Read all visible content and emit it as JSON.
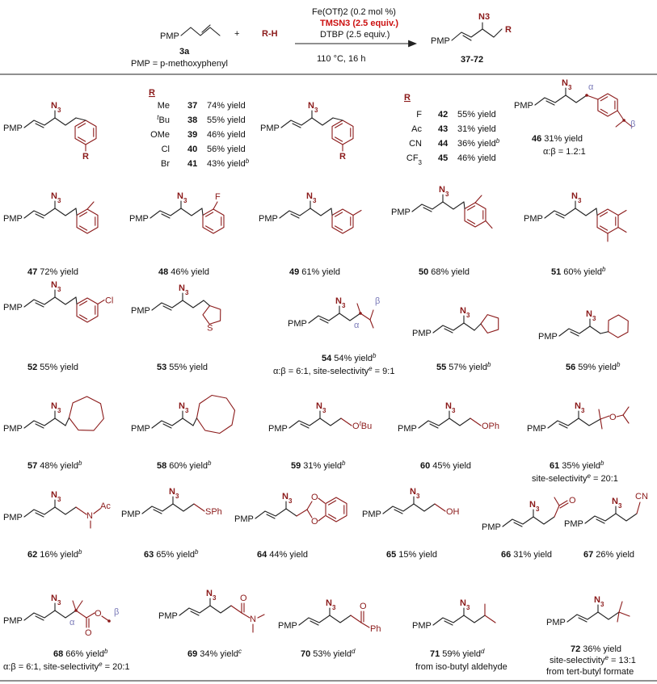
{
  "reaction": {
    "substrate": "PMP",
    "substrate_number": "3a",
    "pmp_definition": "PMP = p-methoxyphenyl",
    "plus": "+",
    "reagent": "R-H",
    "condition_1": "Fe(OTf)2 (0.2 mol %)",
    "condition_2": "TMSN3 (2.5 equiv.)",
    "condition_3": "DTBP (2.5 equiv.)",
    "condition_4": "110 °C, 16 h",
    "product_range": "37-72",
    "product_n3": "N3",
    "product_r": "R"
  },
  "labels": {
    "pmp": "PMP",
    "n3": "N3",
    "alpha": "α",
    "beta": "β",
    "r": "R"
  },
  "table_a": {
    "header": "R",
    "rows": [
      {
        "r": "Me",
        "num": "37",
        "yield": "74% yield"
      },
      {
        "r": "tBu",
        "num": "38",
        "yield": "55% yield"
      },
      {
        "r": "OMe",
        "num": "39",
        "yield": "46% yield"
      },
      {
        "r": "Cl",
        "num": "40",
        "yield": "56% yield"
      },
      {
        "r": "Br",
        "num": "41",
        "yield": "43% yield",
        "note": "b"
      }
    ]
  },
  "table_b": {
    "header": "R",
    "rows": [
      {
        "r": "F",
        "num": "42",
        "yield": "55% yield"
      },
      {
        "r": "Ac",
        "num": "43",
        "yield": "31% yield"
      },
      {
        "r": "CN",
        "num": "44",
        "yield": "36% yield",
        "note": "b"
      },
      {
        "r": "CF3",
        "num": "45",
        "yield": "46% yield"
      }
    ]
  },
  "compounds": [
    {
      "num": "46",
      "yield": "31% yield",
      "extra": "α:β = 1.2:1"
    },
    {
      "num": "47",
      "yield": "72% yield"
    },
    {
      "num": "48",
      "yield": "46% yield",
      "sub": "F"
    },
    {
      "num": "49",
      "yield": "61% yield"
    },
    {
      "num": "50",
      "yield": "68% yield"
    },
    {
      "num": "51",
      "yield": "60% yield",
      "note": "b"
    },
    {
      "num": "52",
      "yield": "55% yield",
      "sub": "Cl"
    },
    {
      "num": "53",
      "yield": "55% yield",
      "sub": "S"
    },
    {
      "num": "54",
      "yield": "54% yield",
      "note": "b",
      "extra": "α:β = 6:1, site-selectivity",
      "extra_note": "e",
      "extra_tail": " = 9:1"
    },
    {
      "num": "55",
      "yield": "57% yield",
      "note": "b"
    },
    {
      "num": "56",
      "yield": "59% yield",
      "note": "b"
    },
    {
      "num": "57",
      "yield": "48% yield",
      "note": "b"
    },
    {
      "num": "58",
      "yield": "60% yield",
      "note": "b"
    },
    {
      "num": "59",
      "yield": "31% yield",
      "note": "b",
      "sub": "O",
      "sub2": "Bu",
      "sub_sup": "t"
    },
    {
      "num": "60",
      "yield": "45% yield",
      "sub": "OPh"
    },
    {
      "num": "61",
      "yield": "35% yield",
      "note": "b",
      "sub": "O",
      "extra": "site-selectivity",
      "extra_note": "e",
      "extra_tail": " = 20:1"
    },
    {
      "num": "62",
      "yield": "16% yield",
      "note": "b",
      "sub": "N",
      "sub2": "Ac"
    },
    {
      "num": "63",
      "yield": "65% yield",
      "note": "b",
      "sub": "SPh"
    },
    {
      "num": "64",
      "yield": "44% yield",
      "sub": "O",
      "sub2": "O"
    },
    {
      "num": "65",
      "yield": "15% yield",
      "sub": "OH"
    },
    {
      "num": "66",
      "yield": "31% yield",
      "sub": "O"
    },
    {
      "num": "67",
      "yield": "26% yield",
      "sub": "CN"
    },
    {
      "num": "68",
      "yield": "66% yield",
      "note": "b",
      "sub": "O",
      "sub2": "O",
      "extra": "α:β = 6:1, site-selectivity",
      "extra_note": "e",
      "extra_tail": " = 20:1"
    },
    {
      "num": "69",
      "yield": "34% yield",
      "note": "c",
      "sub": "O",
      "sub2": "N"
    },
    {
      "num": "70",
      "yield": "53% yield",
      "note": "d",
      "sub": "O",
      "sub2": "Ph"
    },
    {
      "num": "71",
      "yield": "59% yield",
      "note": "d",
      "extra": "from iso-butyl aldehyde"
    },
    {
      "num": "72",
      "yield": "36% yield",
      "extra": "site-selectivity",
      "extra_note": "e",
      "extra_tail": " = 13:1",
      "extra2": "from tert-butyl formate"
    }
  ]
}
